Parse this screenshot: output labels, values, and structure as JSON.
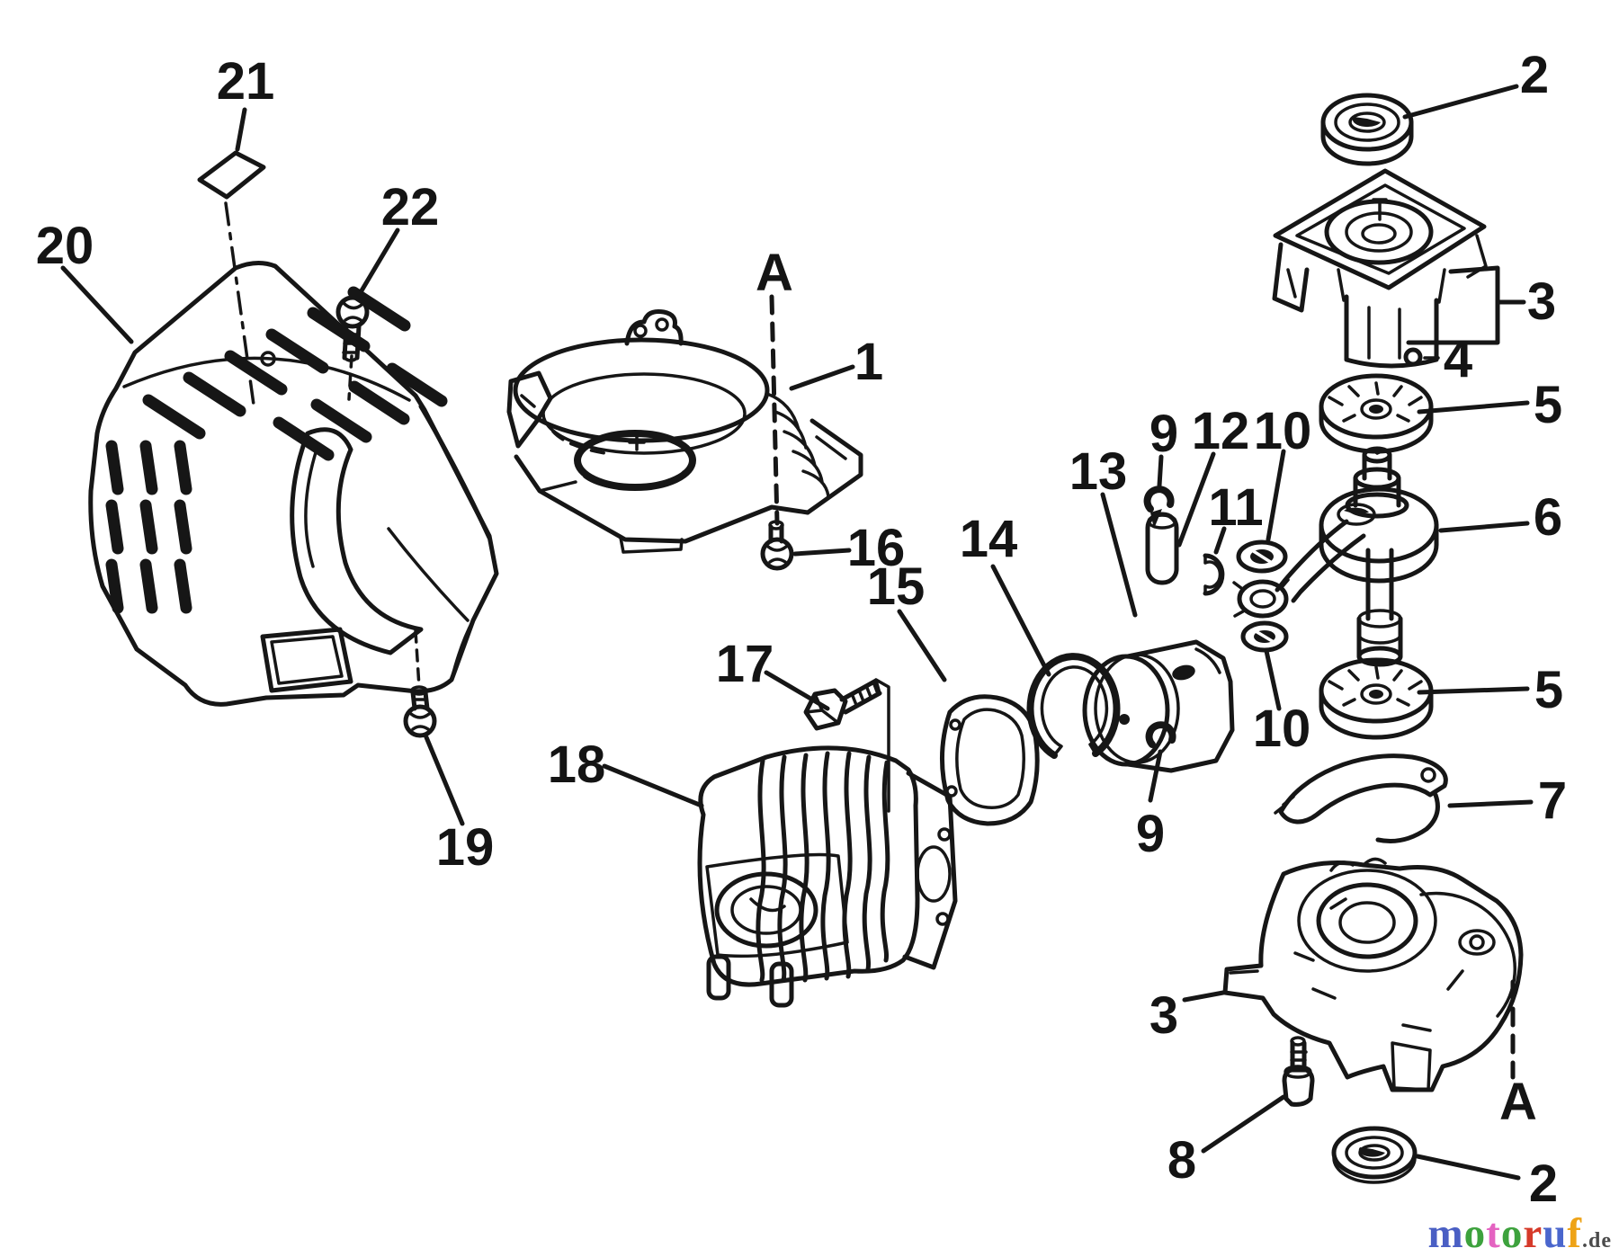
{
  "page": {
    "background": "#ffffff",
    "ink": "#161616"
  },
  "callouts": [
    {
      "label": "20"
    },
    {
      "label": "21"
    },
    {
      "label": "22"
    },
    {
      "label": "A"
    },
    {
      "label": "1"
    },
    {
      "label": "16"
    },
    {
      "label": "15"
    },
    {
      "label": "17"
    },
    {
      "label": "18"
    },
    {
      "label": "19"
    },
    {
      "label": "13"
    },
    {
      "label": "9"
    },
    {
      "label": "12"
    },
    {
      "label": "10"
    },
    {
      "label": "11"
    },
    {
      "label": "14"
    },
    {
      "label": "9"
    },
    {
      "label": "10"
    },
    {
      "label": "2"
    },
    {
      "label": "3"
    },
    {
      "label": "4"
    },
    {
      "label": "5"
    },
    {
      "label": "6"
    },
    {
      "label": "5"
    },
    {
      "label": "7"
    },
    {
      "label": "3"
    },
    {
      "label": "8"
    },
    {
      "label": "A"
    },
    {
      "label": "2"
    }
  ],
  "watermark": {
    "letters": [
      {
        "ch": "m",
        "color": "#4a5fc4"
      },
      {
        "ch": "o",
        "color": "#3da23d"
      },
      {
        "ch": "t",
        "color": "#e463c1"
      },
      {
        "ch": "o",
        "color": "#3da23d"
      },
      {
        "ch": "r",
        "color": "#d63a2a"
      },
      {
        "ch": "u",
        "color": "#4a66cd"
      },
      {
        "ch": "f",
        "color": "#eea317"
      }
    ],
    "suffix": ".de",
    "suffix_color": "#4b4b4b"
  }
}
